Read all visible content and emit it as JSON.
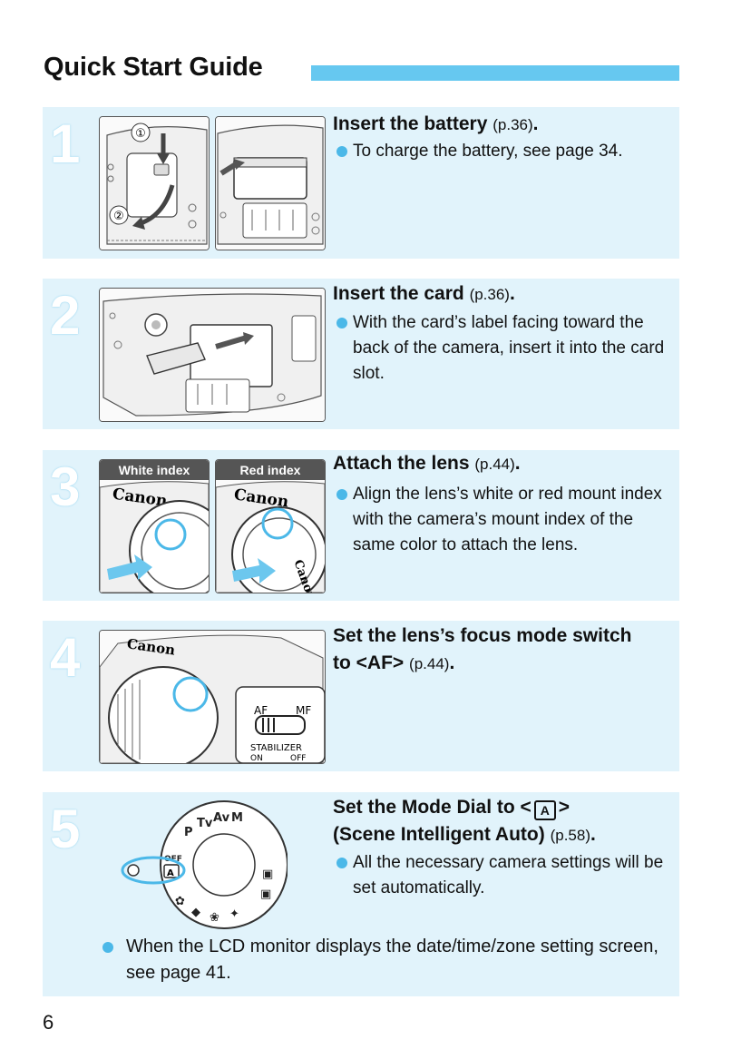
{
  "page": {
    "title": "Quick Start Guide",
    "page_number": "6"
  },
  "steps": [
    {
      "number": "1",
      "heading": "Insert the battery",
      "ref": "(p.36)",
      "punct": ".",
      "bullets": [
        "To charge the battery, see page 34."
      ],
      "callouts": [
        "①",
        "②"
      ]
    },
    {
      "number": "2",
      "heading": "Insert the card",
      "ref": "(p.36)",
      "punct": ".",
      "bullets": [
        "With the card’s label facing toward the back of the camera, insert it into the card slot."
      ]
    },
    {
      "number": "3",
      "heading": "Attach the lens",
      "ref": "(p.44)",
      "punct": ".",
      "bullets": [
        "Align the lens’s white or red mount index with the camera’s mount index of the same color to attach the lens."
      ],
      "image_labels": [
        "White index",
        "Red index"
      ]
    },
    {
      "number": "4",
      "heading": "Set the lens’s focus mode switch to <AF>",
      "ref": "(p.44)",
      "punct": ".",
      "bullets": [],
      "switch_labels": {
        "af": "AF",
        "mf": "MF",
        "stabilizer": "STABILIZER",
        "on": "ON",
        "off": "OFF"
      }
    },
    {
      "number": "5",
      "heading_part1": "Set the Mode Dial to <",
      "heading_part2": ">",
      "heading_part3": "(Scene Intelligent Auto)",
      "ref": "(p.58)",
      "punct": ".",
      "bullets": [
        "All the necessary camera settings will be set automatically."
      ],
      "note": "When the LCD monitor displays the date/time/zone setting screen, see page 41."
    }
  ],
  "colors": {
    "accent": "#66c8f0",
    "panel": "#e1f3fb",
    "bullet": "#4bb8e8"
  }
}
